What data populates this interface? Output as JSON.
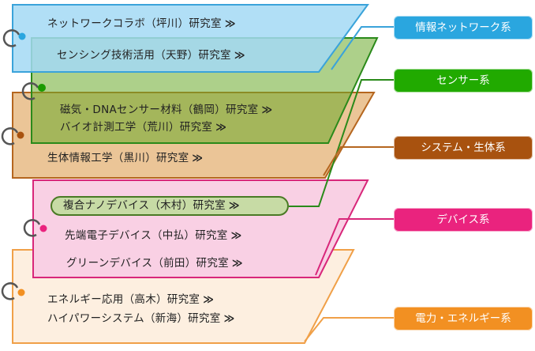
{
  "categories": [
    {
      "id": "network",
      "label": "情報ネットワーク系",
      "color": "#2aa6df"
    },
    {
      "id": "sensor",
      "label": "センサー系",
      "color": "#21aa00"
    },
    {
      "id": "system",
      "label": "システム・生体系",
      "color": "#a8520f"
    },
    {
      "id": "device",
      "label": "デバイス系",
      "color": "#ea237e"
    },
    {
      "id": "energy",
      "label": "電力・エネルギー系",
      "color": "#f29022"
    }
  ],
  "labs": {
    "network_collab": "ネットワークコラボ（坪川）研究室",
    "sensing_tech": "センシング技術活用（天野）研究室",
    "magnetic_dna": "磁気・DNAセンサー材料（鶴岡）研究室",
    "bio_measure": "バイオ計測工学（荒川）研究室",
    "bio_info": "生体情報工学（黒川）研究室",
    "composite_nano": "複合ナノデバイス（木村）研究室",
    "advanced_electronic": "先端電子デバイス（中払）研究室",
    "green_device": "グリーンデバイス（前田）研究室",
    "energy_app": "エネルギー応用（高木）研究室",
    "high_power": "ハイパワーシステム（新海）研究室"
  },
  "arrow": "≫"
}
